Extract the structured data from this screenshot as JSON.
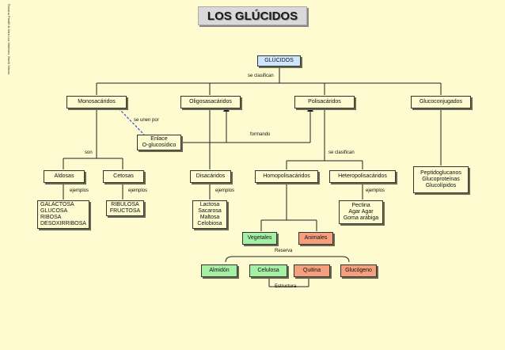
{
  "title": "LOS GLÚCIDOS",
  "credit": "Rosana Pardiñ & Sara Luz Martínez, Bachi Mixnio",
  "root": "GLÚCIDOS",
  "labels": {
    "se_clasifican": "se clasifican",
    "se_unen_por": "se unen por",
    "formando": "formando",
    "son": "son",
    "se_clasifican_2": "se  clasifican",
    "ejemplos": "ejemplos",
    "reserva": "Reserva",
    "estructura": "Estructura"
  },
  "categories": {
    "monosacaridos": "Monosacáridos",
    "oligosacaridos": "Oligosasacáridos",
    "polisacaridos": "Polisacáridos",
    "glucoconjugados": "Glucoconjugados"
  },
  "enlace": "Enlace\nO-glucosídico",
  "mono_types": {
    "aldosas": "Aldosas",
    "cetosas": "Cetosas"
  },
  "oligo_types": {
    "disacaridos": "Disacáridos"
  },
  "poli_types": {
    "homo": "Homopolisacáridos",
    "hetero": "Heteropolisacáridos"
  },
  "gluco_examples": "Peptidoglucanos\nGlucoproteínas\nGlucolípidos",
  "examples": {
    "aldosas": "GALACTOSA\nGLUCOSA\nRIBOSA\nDESOXIRRIBOSA",
    "cetosas": "RIBULOSA\nFRUCTOSA",
    "disacaridos": "Lactosa\nSacarosa\nMaltosa\nCelobiosa",
    "hetero": "Pectina\nAgar Agar\nGoma arábiga"
  },
  "homo_groups": {
    "vegetales": "Vegetales",
    "animales": "Animales"
  },
  "homo_examples": {
    "almidon": "Almidón",
    "celulosa": "Celulosa",
    "quitina": "Quitina",
    "glucogeno": "Glucógeno"
  },
  "colors": {
    "background": "#fdfbcf",
    "green": "#a6f0a6",
    "orange": "#f4a07e",
    "blue": "#cfe6ff",
    "dashed_link": "#2a4dd8"
  }
}
